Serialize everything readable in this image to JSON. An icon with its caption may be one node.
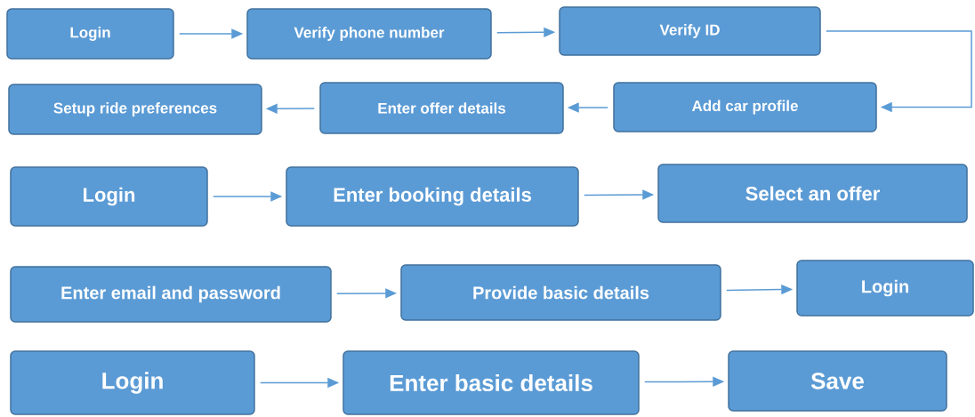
{
  "diagram": {
    "nodes": [
      {
        "text": [
          "Login"
        ]
      },
      {
        "text": [
          "Verify phone number"
        ]
      },
      {
        "text": [
          "Verify ID"
        ]
      },
      {
        "text": [
          "Add car profile"
        ]
      },
      {
        "text": [
          "Enter offer details"
        ]
      },
      {
        "text": [
          "Setup ride preferences"
        ]
      },
      {
        "text": [
          "Login"
        ]
      },
      {
        "text": [
          "Enter booking details"
        ]
      },
      {
        "text": [
          "Select an offer"
        ]
      },
      {
        "text": [
          "Enter email and password"
        ]
      },
      {
        "text": [
          "Provide basic details"
        ]
      },
      {
        "text": [
          "Login"
        ]
      },
      {
        "text": [
          "Login"
        ]
      },
      {
        "text": [
          "Enter basic details"
        ]
      },
      {
        "text": [
          "Save"
        ]
      }
    ],
    "edges": [
      {
        "from": 0,
        "to": 1,
        "arrow": "to"
      },
      {
        "from": 1,
        "to": 2,
        "arrow": "to"
      },
      {
        "from": 2,
        "to": 3,
        "arrow": "to"
      },
      {
        "from": 3,
        "to": 4,
        "arrow": "to"
      },
      {
        "from": 4,
        "to": 5,
        "arrow": "to"
      },
      {
        "from": 6,
        "to": 7,
        "arrow": "to"
      },
      {
        "from": 7,
        "to": 8,
        "arrow": "to"
      },
      {
        "from": 9,
        "to": 10,
        "arrow": "to"
      },
      {
        "from": 10,
        "to": 11,
        "arrow": "to"
      },
      {
        "from": 12,
        "to": 13,
        "arrow": "to"
      },
      {
        "from": 13,
        "to": 14,
        "arrow": "to"
      }
    ]
  }
}
